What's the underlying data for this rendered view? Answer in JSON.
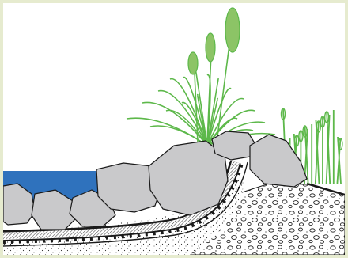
{
  "diagram": {
    "subject": "pond-edge-cross-section",
    "layers": [
      "water",
      "rocks",
      "liner",
      "gravel",
      "sand",
      "soil",
      "plants"
    ],
    "colors": {
      "frame": "#e6ebcf",
      "background": "#ffffff",
      "water": "#2f72bd",
      "rock_fill": "#c9c9cb",
      "outline": "#1a1a1a",
      "plant": "#5db84a",
      "grass_head": "#8cc466"
    },
    "labels": []
  }
}
